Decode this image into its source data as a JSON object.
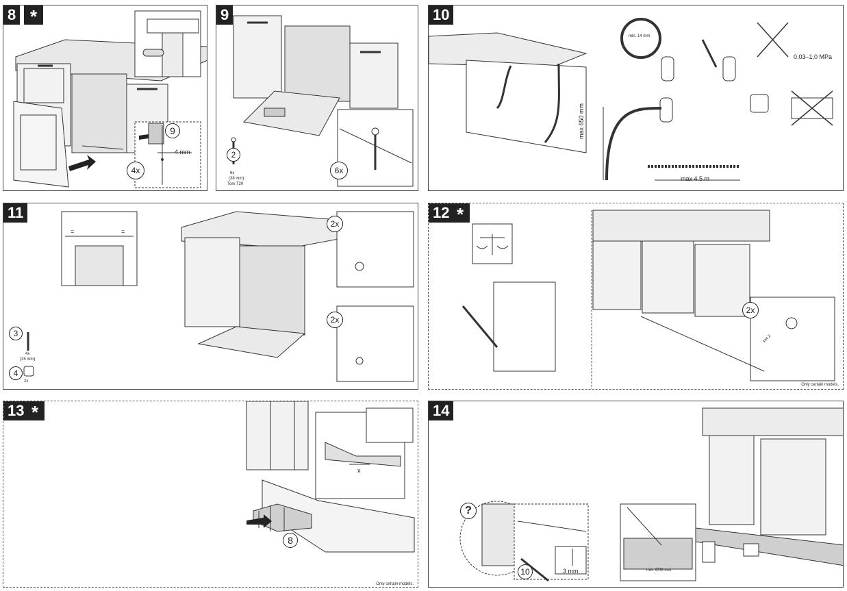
{
  "steps": {
    "s8": {
      "number": "8",
      "star": "*",
      "badge_count": "4x",
      "callout_step": "9",
      "gap": "4 mm"
    },
    "s9": {
      "number": "9",
      "part_no": "2",
      "screw_count": "6x",
      "screw_length": "(38 mm)",
      "screw_drive": "Torx T20",
      "detail_count": "6x"
    },
    "s10": {
      "number": "10",
      "pipe_diameter": "min. 14 mm",
      "pressure": "0,03–1,0 MPa",
      "max_height": "max 850 mm",
      "max_length": "max 4.5 m"
    },
    "s11": {
      "number": "11",
      "part3": "3",
      "part3_count": "4x",
      "part3_length": "(25 mm)",
      "part4": "4",
      "part4_count": "2x",
      "detail_top_count": "2x",
      "detail_bottom_count": "2x",
      "equal_left": "=",
      "equal_right": "="
    },
    "s12": {
      "number": "12",
      "star": "*",
      "detail_count": "2x",
      "tool_label": "PH 2",
      "note": "Only certain models."
    },
    "s13": {
      "number": "13",
      "star": "*",
      "callout_step": "8",
      "dimension": "x",
      "note": "Only certain models."
    },
    "s14": {
      "number": "14",
      "question": "?",
      "callout_step": "10",
      "gap": "3 mm",
      "min_gap": "min. 6/06 mm"
    }
  },
  "colors": {
    "ink": "#222222",
    "panel_bg": "#ffffff",
    "badge_bg": "#222222",
    "shade": "#d9d9d9",
    "floor": "#cfcfcf"
  }
}
